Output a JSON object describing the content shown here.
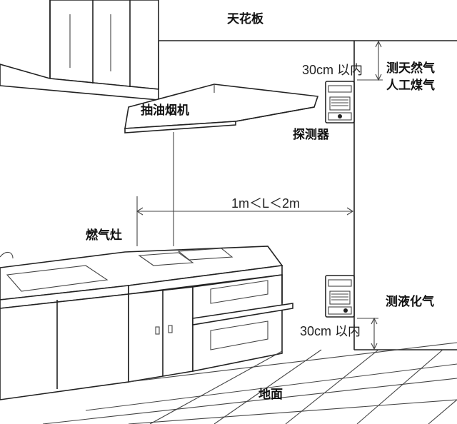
{
  "labels": {
    "ceiling": "天花板",
    "range_hood": "抽油烟机",
    "detector": "探测器",
    "stove": "燃气灶",
    "floor": "地面",
    "natural_gas": "测天然气",
    "artificial_gas": "人工煤气",
    "lpg": "测液化气"
  },
  "measurements": {
    "top_distance": "30cm 以内",
    "bottom_distance": "30cm 以内",
    "horizontal_distance": "1m＜L＜2m"
  },
  "detector_display": {
    "top_text": "▭▭▭▭▭",
    "bottom_text": "▭▭▭▭▭"
  }
}
